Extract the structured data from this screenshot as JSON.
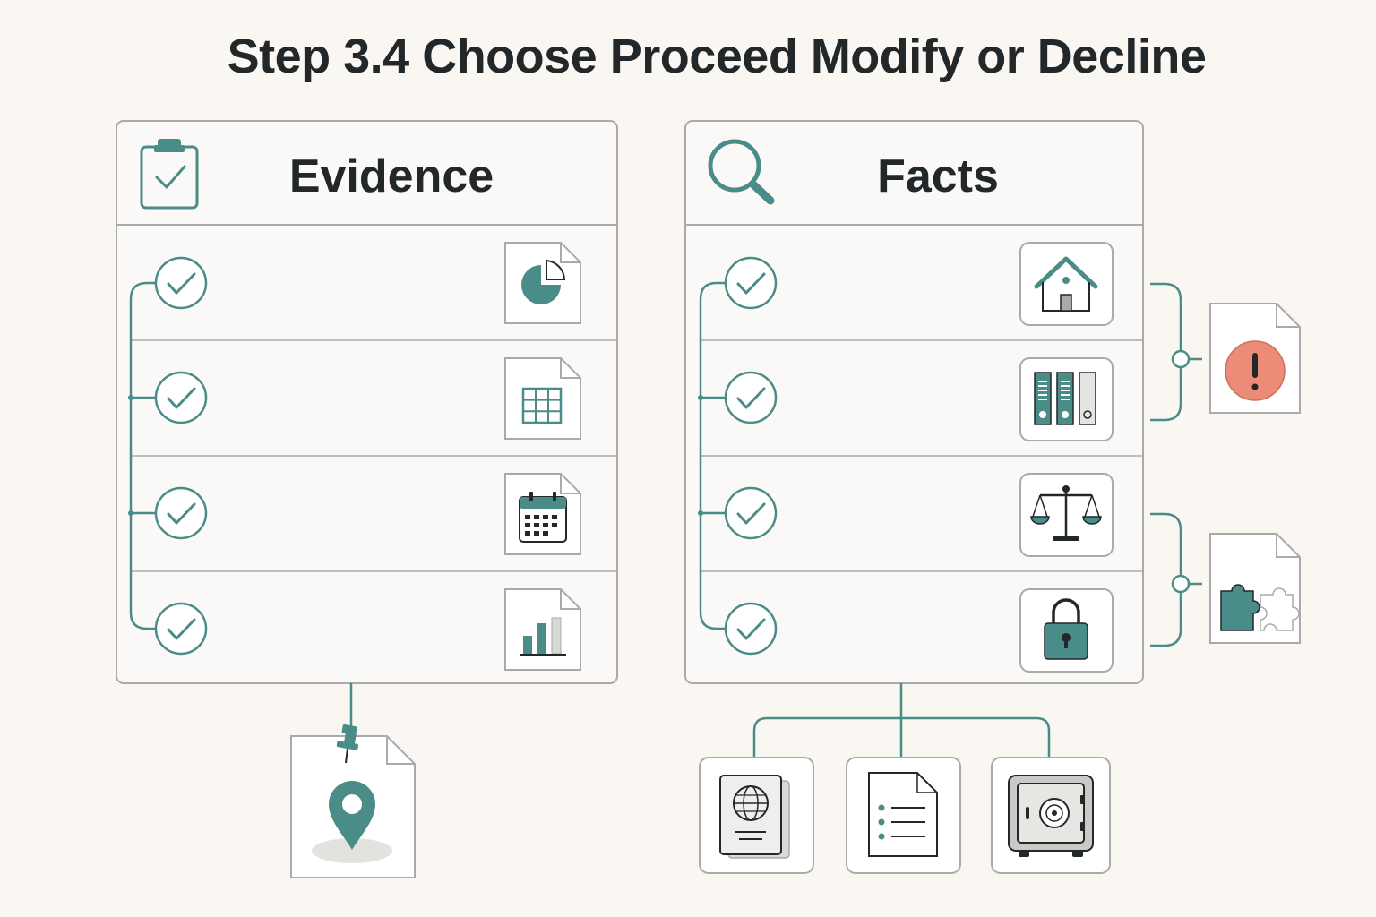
{
  "title": "Step 3.4 Choose Proceed Modify or Decline",
  "colors": {
    "teal": "#4a8c87",
    "dark": "#22272a",
    "alert": "#ec8c78",
    "border": "#a9aaa9",
    "background": "#faf7f3"
  },
  "panels": [
    {
      "id": "evidence",
      "title": "Evidence",
      "header_icon": "clipboard-check-icon",
      "rows": [
        {
          "status_icon": "check-circle-icon",
          "doc_icon": "pie-chart-document-icon"
        },
        {
          "status_icon": "check-circle-icon",
          "doc_icon": "spreadsheet-document-icon"
        },
        {
          "status_icon": "check-circle-icon",
          "doc_icon": "calendar-document-icon"
        },
        {
          "status_icon": "check-circle-icon",
          "doc_icon": "bar-chart-document-icon"
        }
      ],
      "outputs": [
        "pinned-location-document-icon"
      ]
    },
    {
      "id": "facts",
      "title": "Facts",
      "header_icon": "magnifier-icon",
      "rows": [
        {
          "status_icon": "check-circle-icon",
          "doc_icon": "house-icon"
        },
        {
          "status_icon": "check-circle-icon",
          "doc_icon": "binders-icon"
        },
        {
          "status_icon": "check-circle-icon",
          "doc_icon": "scales-icon"
        },
        {
          "status_icon": "check-circle-icon",
          "doc_icon": "padlock-icon"
        }
      ],
      "side_outputs": [
        "alert-document-icon",
        "puzzle-document-icon"
      ],
      "outputs": [
        "passport-icon",
        "list-document-icon",
        "safe-icon"
      ]
    }
  ]
}
